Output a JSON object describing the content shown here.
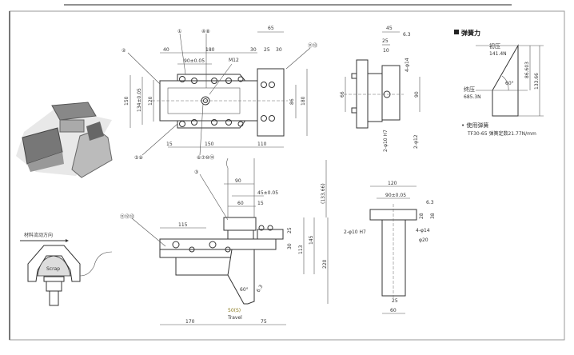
{
  "plan_view": {
    "callouts": [
      "①",
      "④⑧",
      "②",
      "⑪⑬",
      "⑤⑨",
      "⑥⑦⑩⑭"
    ],
    "dims": [
      "65",
      "40",
      "180",
      "30",
      "25",
      "30",
      "90±0.05",
      "M12",
      "150",
      "134±0.05",
      "120",
      "86",
      "180",
      "15",
      "150",
      "110"
    ]
  },
  "side_view": {
    "dims": [
      "45",
      "6.3",
      "25",
      "10",
      "4-φ14",
      "66",
      "90",
      "2-φ10 H7",
      "2-φ12"
    ]
  },
  "spring_force": {
    "title": "弹簧力",
    "initial_label": "初压",
    "initial_value": "141.4N",
    "final_label": "终压",
    "final_value": "685.3N",
    "angle": "60°",
    "dim_a": "86.603",
    "dim_b": "133.66",
    "spring_label": "• 使用弹簧",
    "spring_spec": "TF30-65  弹簧定数21.77N/mm"
  },
  "front_view": {
    "callouts": [
      "③",
      "⑪⑫⑬"
    ],
    "dims": [
      "(133.66)",
      "90",
      "45±0.05",
      "60",
      "15",
      "115",
      "25",
      "30",
      "113",
      "145",
      "220",
      "60°",
      "6.3",
      "170",
      "75"
    ],
    "stroke": "50(S)",
    "travel": "Travel"
  },
  "t_part_view": {
    "dims": [
      "120",
      "90±0.05",
      "6.3",
      "28",
      "38",
      "2-φ10 H7",
      "4-φ14",
      "φ20",
      "25",
      "60"
    ]
  },
  "scrap_section": {
    "flow_label": "材料流动方向",
    "scrap_label": "Scrap"
  },
  "colors": {
    "line": "#333333",
    "stroke_text": "#8a7a20",
    "frame": "#888888"
  }
}
